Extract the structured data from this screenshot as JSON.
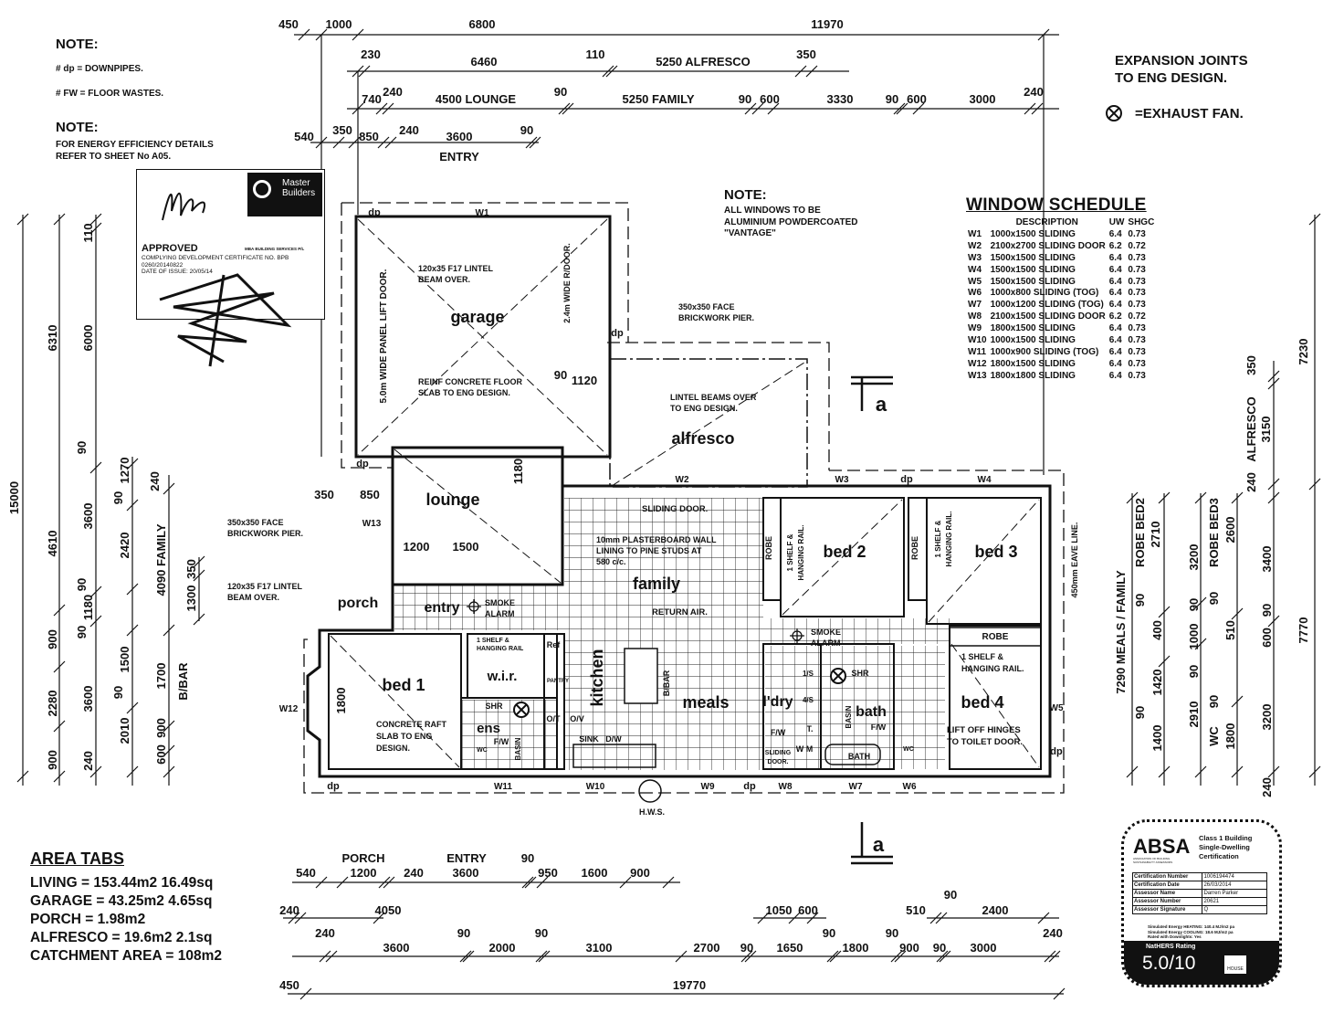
{
  "notes": {
    "note1_title": "NOTE:",
    "note1_lines": [
      "# dp = DOWNPIPES.",
      "# FW = FLOOR WASTES."
    ],
    "note2_title": "NOTE:",
    "note2_lines": [
      "FOR ENERGY EFFICIENCY DETAILS",
      "REFER TO SHEET No A05."
    ],
    "window_note_title": "NOTE:",
    "window_note_lines": [
      "ALL WINDOWS TO BE",
      "ALUMINIUM POWDERCOATED",
      "\"VANTAGE\""
    ],
    "expansion_lines": [
      "EXPANSION JOINTS",
      "TO ENG DESIGN."
    ],
    "exhaust_fan_legend": "=EXHAUST FAN."
  },
  "approval_stamp": {
    "logo_text": [
      "Master",
      "Builders"
    ],
    "status": "APPROVED",
    "organisation": "MBA BUILDING SERVICES P/L",
    "certificate_line": "COMPLYING DEVELOPMENT CERTIFICATE NO. BPB",
    "certificate_number": "0260/20140822",
    "issue_date": "DATE OF ISSUE: 20/05/14"
  },
  "window_schedule": {
    "title": "WINDOW SCHEDULE",
    "headers": {
      "description": "DESCRIPTION",
      "uw": "UW",
      "shgc": "SHGC"
    },
    "rows": [
      {
        "id": "W1",
        "desc": "1000x1500 SLIDING",
        "uw": "6.4",
        "shgc": "0.73"
      },
      {
        "id": "W2",
        "desc": "2100x2700 SLIDING DOOR",
        "uw": "6.2",
        "shgc": "0.72"
      },
      {
        "id": "W3",
        "desc": "1500x1500 SLIDING",
        "uw": "6.4",
        "shgc": "0.73"
      },
      {
        "id": "W4",
        "desc": "1500x1500 SLIDING",
        "uw": "6.4",
        "shgc": "0.73"
      },
      {
        "id": "W5",
        "desc": "1500x1500 SLIDING",
        "uw": "6.4",
        "shgc": "0.73"
      },
      {
        "id": "W6",
        "desc": "1000x800  SLIDING (TOG)",
        "uw": "6.4",
        "shgc": "0.73"
      },
      {
        "id": "W7",
        "desc": "1000x1200 SLIDING (TOG)",
        "uw": "6.4",
        "shgc": "0.73"
      },
      {
        "id": "W8",
        "desc": "2100x1500 SLIDING DOOR",
        "uw": "6.2",
        "shgc": "0.72"
      },
      {
        "id": "W9",
        "desc": "1800x1500 SLIDING",
        "uw": "6.4",
        "shgc": "0.73"
      },
      {
        "id": "W10",
        "desc": "1000x1500 SLIDING",
        "uw": "6.4",
        "shgc": "0.73"
      },
      {
        "id": "W11",
        "desc": "1000x900  SLIDING (TOG)",
        "uw": "6.4",
        "shgc": "0.73"
      },
      {
        "id": "W12",
        "desc": "1800x1500 SLIDING",
        "uw": "6.4",
        "shgc": "0.73"
      },
      {
        "id": "W13",
        "desc": "1800x1800 SLIDING",
        "uw": "6.4",
        "shgc": "0.73"
      }
    ]
  },
  "area_tabs": {
    "title": "AREA TABS",
    "lines": [
      "LIVING = 153.44m2  16.49sq",
      "GARAGE = 43.25m2  4.65sq",
      "PORCH = 1.98m2",
      "ALFRESCO = 19.6m2  2.1sq",
      "CATCHMENT AREA = 108m2"
    ]
  },
  "absa": {
    "brand": "ABSA",
    "brand_sub": "ASSOCIATION OF BUILDING SUSTAINABILITY ASSESSORS",
    "heading": [
      "Class 1 Building",
      "Single-Dwelling",
      "Certification"
    ],
    "fields": [
      {
        "label": "Certification Number",
        "value": "1006194474"
      },
      {
        "label": "Certification Date",
        "value": "26/03/2014"
      },
      {
        "label": "Assessor Name",
        "value": "Darren Parker"
      },
      {
        "label": "Assessor Number",
        "value": "20621"
      },
      {
        "label": "Assessor Signature",
        "value": "Q"
      }
    ],
    "energy_lines": [
      "Simulated Energy HEATING: 140.4 MJ/m2 pa",
      "Simulated Energy COOLING: 18.6 MJ/m2 pa",
      "Rated with Downlights: Yes"
    ],
    "rating_label": "NatHERS Rating",
    "rating": "5.0/10",
    "house_badge": "HOUSE"
  },
  "rooms": {
    "garage": "garage",
    "lounge": "lounge",
    "alfresco": "alfresco",
    "family": "family",
    "porch": "porch",
    "entry": "entry",
    "bed1": "bed 1",
    "wir": "w.i.r.",
    "ens": "ens",
    "kitchen": "kitchen",
    "meals": "meals",
    "bed2": "bed 2",
    "bed3": "bed 3",
    "laundry": "l'dry",
    "bath": "bath",
    "bed4": "bed 4"
  },
  "annotations": {
    "lintel_garage": [
      "120x35 F17 LINTEL",
      "BEAM OVER."
    ],
    "garage_slab": [
      "REINF CONCRETE FLOOR",
      "SLAB TO ENG DESIGN."
    ],
    "lift_door": "5.0m WIDE PANEL LIFT DOOR.",
    "ridoor": "2.4m WIDE R/DOOR.",
    "pier_alfresco": [
      "350x350 FACE",
      "BRICKWORK PIER."
    ],
    "lintel_alfresco": [
      "LINTEL BEAMS OVER",
      "TO ENG DESIGN."
    ],
    "pier_porch": [
      "350x350 FACE",
      "BRICKWORK PIER."
    ],
    "lintel_porch": [
      "120x35 F17 LINTEL",
      "BEAM OVER."
    ],
    "sliding_door": "SLIDING DOOR.",
    "plasterboard": [
      "10mm PLASTERBOARD WALL",
      "LINING TO PINE STUDS AT",
      "580 c/c."
    ],
    "return_air": "RETURN AIR.",
    "smoke_alarm": [
      "SMOKE",
      "ALARM"
    ],
    "wir_shelf": [
      "1 SHELF &",
      "HANGING RAIL"
    ],
    "bed1_slab": [
      "CONCRETE RAFT",
      "SLAB TO ENG",
      "DESIGN."
    ],
    "shelf_rail": [
      "1 SHELF &",
      "HANGING RAIL."
    ],
    "bed4_shelf": [
      "1 SHELF &",
      "HANGING RAIL."
    ],
    "lift_hinges": [
      "LIFT OFF HINGES",
      "TO TOILET DOOR."
    ],
    "robe": "ROBE",
    "eave_line": "450mm EAVE LINE.",
    "hws": "H.W.S.",
    "section_mark": "a",
    "ref": "Ref",
    "pantry": "PANTRY",
    "ot": "O/T",
    "ov": "O/V",
    "sink": "SINK",
    "dw": "D/W",
    "bbar": "B/BAR",
    "shr": "SHR",
    "fw": "F/W",
    "basin": "BASIN",
    "wc": "WC",
    "bathtub": "BATH",
    "ls1": "1/S",
    "ls4": "4/S",
    "t": "T.",
    "wm": "W M",
    "laundry_sliding": [
      "SLIDING",
      "DOOR."
    ],
    "dp": "dp",
    "dim_1800": "1800",
    "dim_1200": "1200",
    "dim_1500": "1500",
    "dim_350": "350",
    "dim_850": "850",
    "dim_90": "90",
    "dim_1120": "1120",
    "dim_1180": "1180",
    "windows": {
      "w1": "W1",
      "w2": "W2",
      "w3": "W3",
      "w4": "W4",
      "w5": "W5",
      "w6": "W6",
      "w7": "W7",
      "w8": "W8",
      "w9": "W9",
      "w10": "W10",
      "w11": "W11",
      "w12": "W12",
      "w13": "W13"
    }
  },
  "dimensions": {
    "top": {
      "r1": [
        "450",
        "1000",
        "6800",
        "11970"
      ],
      "r2": [
        "230",
        "6460",
        "110",
        "5250 ALFRESCO",
        "350"
      ],
      "r3": [
        "740",
        "240",
        "4500 LOUNGE",
        "90",
        "5250 FAMILY",
        "90",
        "600",
        "3330",
        "90",
        "600",
        "3000",
        "240"
      ],
      "r4": [
        "540",
        "350",
        "850",
        "240",
        "3600",
        "90",
        "ENTRY"
      ]
    },
    "bottom": {
      "r1": [
        "PORCH",
        "1200",
        "240",
        "ENTRY",
        "3600",
        "90",
        "950",
        "1600",
        "900",
        "540"
      ],
      "r2": [
        "240",
        "4050",
        "1050",
        "600",
        "90",
        "510",
        "2400"
      ],
      "r3": [
        "240",
        "3600",
        "90",
        "2000",
        "90",
        "3100",
        "2700",
        "90",
        "1650",
        "90",
        "1800",
        "90",
        "900",
        "90",
        "3000",
        "240"
      ],
      "r4": [
        "450",
        "19770"
      ]
    },
    "left": [
      "15000",
      "6310",
      "4610",
      "2280",
      "900",
      "900",
      "110",
      "6000",
      "90",
      "3600",
      "90",
      "1180",
      "90",
      "3600",
      "240",
      "90",
      "1270",
      "2420",
      "1500",
      "90",
      "2010",
      "240",
      "4090 FAMILY",
      "1700",
      "B/BAR",
      "900",
      "600",
      "350",
      "1300"
    ],
    "right": [
      "7290 MEALS / FAMILY",
      "90",
      "ROBE BED2",
      "2710",
      "400",
      "1420",
      "90",
      "1400",
      "3200",
      "90",
      "1000",
      "90",
      "2910",
      "90",
      "ROBE BED3",
      "2600",
      "510",
      "90",
      "WC",
      "1800",
      "3400",
      "600",
      "90",
      "3200",
      "350",
      "ALFRESCO",
      "3150",
      "240",
      "7230",
      "7770",
      "240"
    ]
  }
}
